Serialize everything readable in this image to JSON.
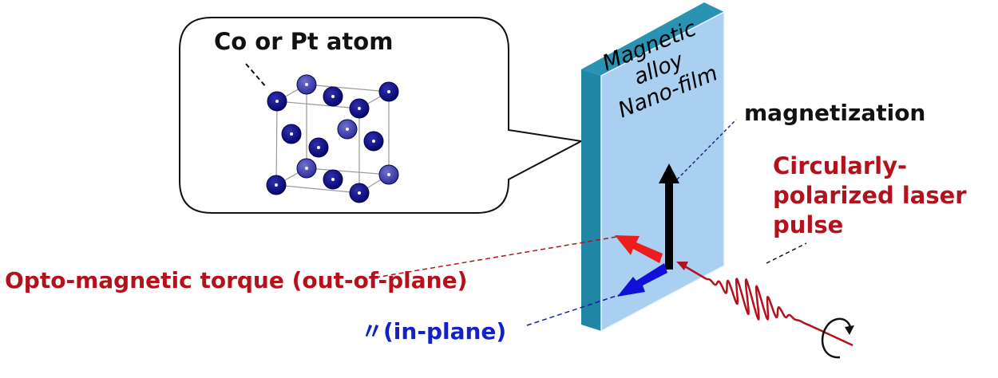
{
  "callout": {
    "label": "Co or Pt atom"
  },
  "film": {
    "lines": [
      "Magnetic",
      "alloy",
      "Nano-film"
    ]
  },
  "labels": {
    "magnetization": "magnetization",
    "laser": [
      "Circularly-",
      "polarized laser",
      "pulse"
    ],
    "torque_out": "Opto-magnetic torque (out-of-plane)",
    "torque_in": "〃(in-plane)"
  },
  "colors": {
    "film_front": "#a9d0f0",
    "film_side": "#1f86a6",
    "atom_dark": "#0d0d8c",
    "atom_light": "#4848b8",
    "red_text": "#b3121c",
    "red_arrow": "#ee1c1c",
    "blue_arrow": "#1010d8",
    "blue_text": "#1420c8"
  }
}
